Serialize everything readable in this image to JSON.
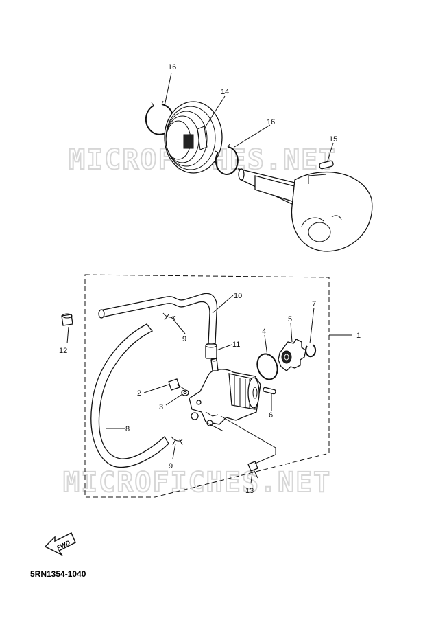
{
  "watermark": [
    "MICROFICHES.NET",
    "MICROFICHES.NET"
  ],
  "fwd_label": "FWD",
  "diagram_code": "5RN1354-1040",
  "callouts": [
    "16",
    "14",
    "16",
    "15",
    "10",
    "7",
    "5",
    "4",
    "1",
    "9",
    "11",
    "12",
    "2",
    "3",
    "6",
    "8",
    "9",
    "13"
  ]
}
